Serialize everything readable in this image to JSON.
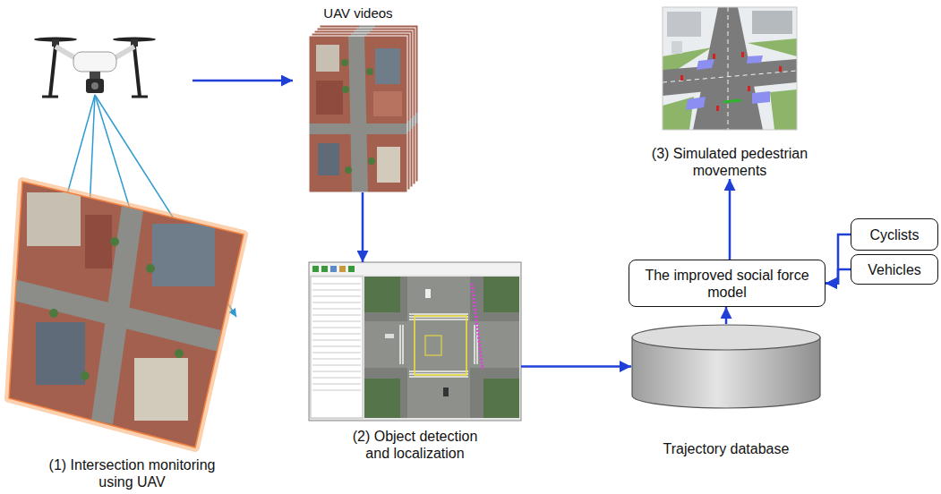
{
  "diagram": {
    "nodes": [
      {
        "text": [
          "(1) Intersection monitoring using UAV"
        ]
      },
      {
        "text": [
          "UAV videos"
        ]
      },
      {
        "text": [
          "(2) Object detection and localization"
        ]
      },
      {
        "text": [
          "Trajectory database"
        ]
      },
      {
        "text": [
          "The improved social force model"
        ]
      },
      {
        "text": [
          "Cyclists"
        ]
      },
      {
        "text": [
          "Vehicles"
        ]
      },
      {
        "text": [
          "(3) Simulated pedestrian movements"
        ]
      }
    ],
    "edges": [
      {
        "from": 1,
        "to": 2,
        "arrow": "to"
      },
      {
        "from": 2,
        "to": 3,
        "arrow": "to"
      },
      {
        "from": 3,
        "to": 4,
        "arrow": "to"
      },
      {
        "from": 4,
        "to": 7,
        "arrow": "to"
      },
      {
        "from": 5,
        "to": 4,
        "arrow": "to"
      },
      {
        "from": 6,
        "to": 4,
        "arrow": "to"
      }
    ]
  }
}
